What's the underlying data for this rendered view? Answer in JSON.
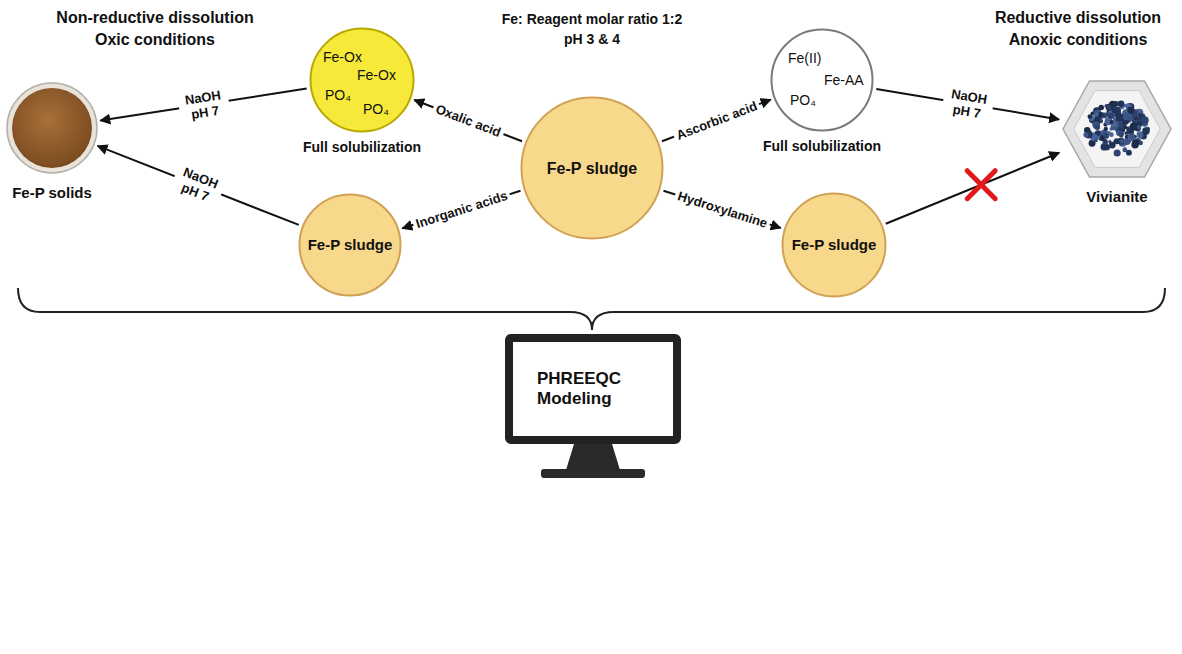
{
  "diagram": {
    "nodes": [
      {
        "text": [
          "Fe-Ox",
          "Fe-Ox",
          "PO₄",
          "PO₄",
          "Full solubilization"
        ]
      },
      {
        "text": [
          "Fe-P sludge"
        ]
      },
      {
        "text": [
          "Fe(II)",
          "Fe-AA",
          "PO₄",
          "Full solubilization"
        ]
      },
      {
        "text": [
          "Fe-P solids"
        ]
      },
      {
        "text": [
          "Fe-P sludge"
        ]
      },
      {
        "text": [
          "Fe-P sludge"
        ]
      },
      {
        "text": [
          "Vivianite"
        ]
      },
      {
        "text": [
          "PHREEQC Modeling"
        ]
      }
    ],
    "edges": [
      {
        "from": 1,
        "to": 0,
        "label": "Oxalic acid",
        "arrow": "to"
      },
      {
        "from": 1,
        "to": 2,
        "label": "Ascorbic acid",
        "arrow": "to"
      },
      {
        "from": 1,
        "to": 4,
        "label": "Inorganic acids",
        "arrow": "to"
      },
      {
        "from": 1,
        "to": 5,
        "label": "Hydroxylamine",
        "arrow": "to"
      },
      {
        "from": 0,
        "to": 3,
        "label": "NaOH pH 7",
        "arrow": "to"
      },
      {
        "from": 4,
        "to": 3,
        "label": "NaOH pH 7",
        "arrow": "to"
      },
      {
        "from": 2,
        "to": 6,
        "label": "NaOH pH 7",
        "arrow": "to"
      },
      {
        "from": 5,
        "to": 6,
        "arrow": "to"
      }
    ],
    "labels": [
      "Non-reductive dissolution",
      "Oxic conditions",
      "Fe: Reagent molar ratio 1:2",
      "pH 3 & 4",
      "Reductive dissolution",
      "Anoxic conditions"
    ]
  }
}
